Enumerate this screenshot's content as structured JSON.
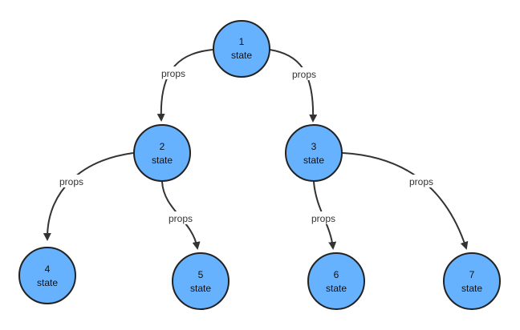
{
  "colors": {
    "node_fill": "#66B2FF",
    "node_stroke": "#222222",
    "edge": "#333333"
  },
  "nodes": [
    {
      "id": "1",
      "label": "state"
    },
    {
      "id": "2",
      "label": "state"
    },
    {
      "id": "3",
      "label": "state"
    },
    {
      "id": "4",
      "label": "state"
    },
    {
      "id": "5",
      "label": "state"
    },
    {
      "id": "6",
      "label": "state"
    },
    {
      "id": "7",
      "label": "state"
    }
  ],
  "edges": [
    {
      "from": "1",
      "to": "2",
      "label": "props"
    },
    {
      "from": "1",
      "to": "3",
      "label": "props"
    },
    {
      "from": "2",
      "to": "4",
      "label": "props"
    },
    {
      "from": "2",
      "to": "5",
      "label": "props"
    },
    {
      "from": "3",
      "to": "6",
      "label": "props"
    },
    {
      "from": "3",
      "to": "7",
      "label": "props"
    }
  ]
}
